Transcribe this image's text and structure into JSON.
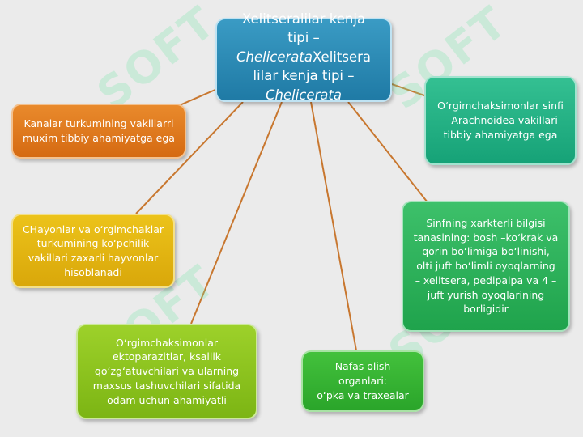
{
  "diagram": {
    "center": {
      "line1": "Xelitseralilar kenja",
      "line2": "tipi –",
      "line3_italic": "Chelicerata",
      "line3_rest": "Xelitsera",
      "line4": "lilar kenja tipi –",
      "line5_italic": "Chelicerata"
    },
    "nodes": {
      "kanalar": [
        "Kanalar turkumining vakillarri",
        "muxim tibbiy ahamiyatga ega"
      ],
      "chayonlar": [
        "CHayonlar va o‘rgimchaklar",
        "turkumining ko‘pchilik",
        "vakillari zaxarli hayvonlar",
        "hisoblanadi"
      ],
      "ektoparazit": [
        "O‘rgimchaksimonlar",
        "ektoparazitlar, ksallik",
        "qo‘zg‘atuvchilari va ularning",
        "maxsus tashuvchilari sifatida",
        "odam uchun ahamiyatli"
      ],
      "nafas": [
        "Nafas olish organlari:",
        "o‘pka va traxealar"
      ],
      "sinf_xarakter": [
        "Sinfning xarkterli bilgisi",
        "tanasining: bosh –ko‘krak va",
        "qorin bo‘limiga bo‘linishi,",
        "olti juft bo‘limli oyoqlarning",
        "– xelitsera, pedipalpa va 4 –",
        "juft yurish oyoqlarining",
        "borligidir"
      ],
      "orgimchak_sinf": [
        "O‘rgimchaksimonlar sinfi",
        "– Arachnoidea vakillari",
        "tibbiy ahamiyatga ega"
      ]
    }
  },
  "watermark": {
    "text": "SOFT"
  },
  "colors": {
    "connector": "#c8772f",
    "background": "#ebebeb"
  }
}
